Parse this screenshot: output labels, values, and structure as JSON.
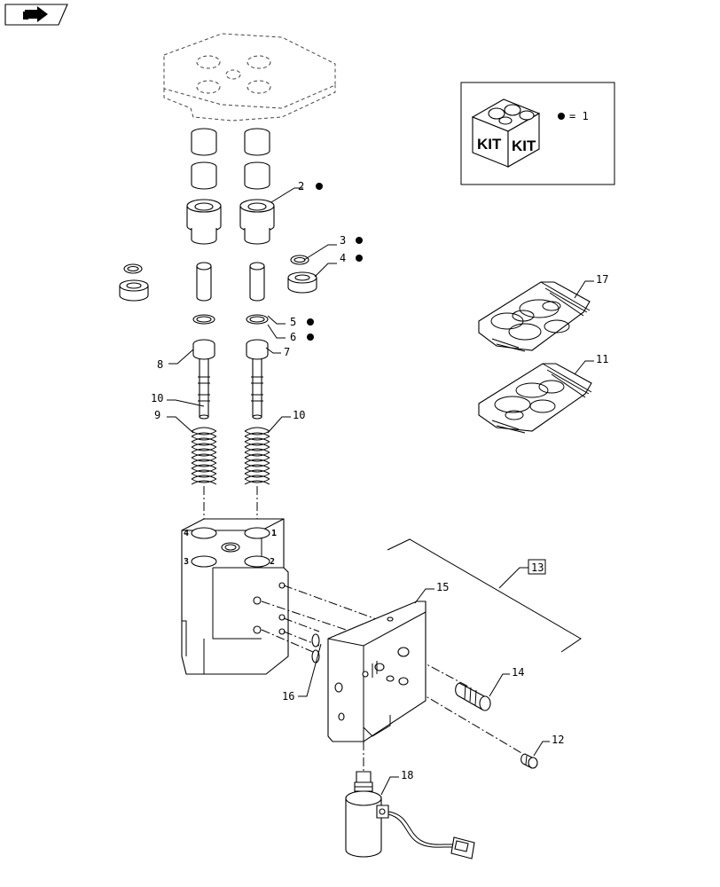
{
  "nav": {
    "button_icon": "back-arrow-icon"
  },
  "legend": {
    "equals_value": "= 1",
    "kit_label_left": "KIT",
    "kit_label_right": "KIT"
  },
  "callouts": {
    "p2": "2",
    "p3": "3",
    "p4": "4",
    "p5": "5",
    "p6": "6",
    "p7": "7",
    "p8": "8",
    "p9": "9",
    "p10a": "10",
    "p10b": "10",
    "p11": "11",
    "p12": "12",
    "p13": "13",
    "p14": "14",
    "p15": "15",
    "p16": "16",
    "p17": "17",
    "p18": "18"
  },
  "port_labels": {
    "p1": "1",
    "p2": "2",
    "p3": "3",
    "p4": "4"
  }
}
